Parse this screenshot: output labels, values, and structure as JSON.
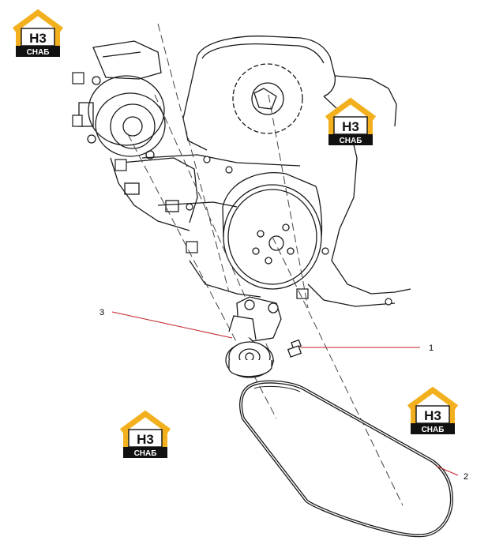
{
  "watermark": {
    "logo_text": "H3",
    "sub_text": "CHAБ",
    "colors": {
      "house": "#f2b01e",
      "band": "#111111",
      "text": "#ffffff"
    }
  },
  "callouts": [
    {
      "id": "1",
      "label": "1"
    },
    {
      "id": "2",
      "label": "2"
    },
    {
      "id": "3",
      "label": "3"
    }
  ],
  "colors": {
    "line": "#1a1a1a",
    "leader": "#c0202a",
    "dash": "#444444"
  }
}
